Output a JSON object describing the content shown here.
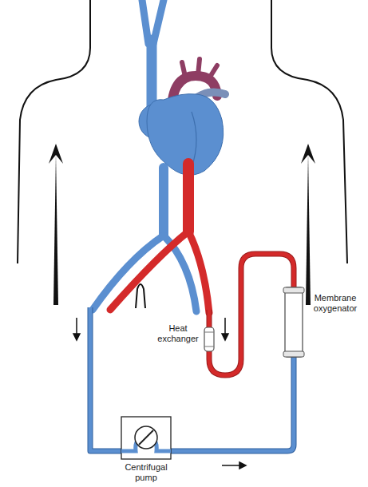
{
  "diagram": {
    "labels": [
      "Heat exchanger",
      "Membrane oxygenator",
      "Centrifugal pump"
    ]
  }
}
